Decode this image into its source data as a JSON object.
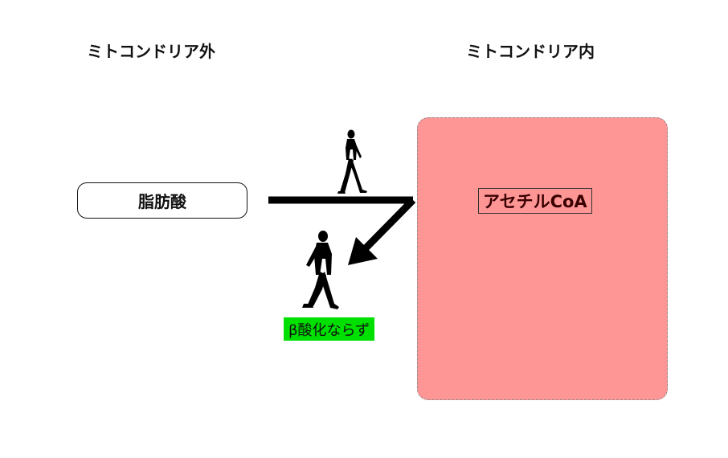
{
  "labels": {
    "outside": "ミトコンドリア外",
    "inside": "ミトコンドリア内"
  },
  "nodes": {
    "fatty_acid": "脂肪酸",
    "acetyl_coa": "アセチルCoA",
    "beta_oxidation_not": "β酸化ならず"
  },
  "colors": {
    "mitochondria_fill": "#ff9696",
    "beta_label_fill": "#00e000",
    "line": "#000000"
  },
  "icons": [
    "walking-person-icon",
    "walking-person-icon"
  ]
}
